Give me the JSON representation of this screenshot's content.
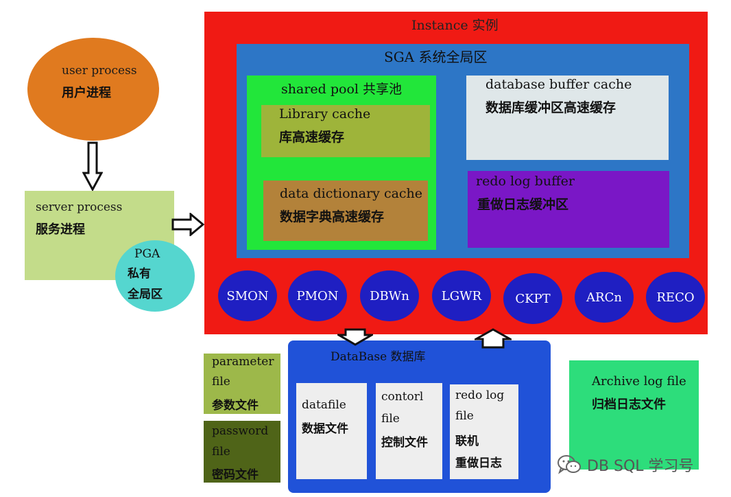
{
  "user_process": {
    "line1": "user process",
    "line2": "用户进程"
  },
  "server_process": {
    "line1": "server process",
    "line2": "服务进程"
  },
  "pga": {
    "line1": "PGA",
    "line2": "私有",
    "line3": "全局区"
  },
  "instance": {
    "title": "Instance 实例"
  },
  "sga": {
    "title": "SGA 系统全局区"
  },
  "shared_pool": {
    "title": "shared pool 共享池",
    "library_cache": {
      "line1": "Library cache",
      "line2": "库高速缓存"
    },
    "data_dictionary_cache": {
      "line1": "data dictionary cache",
      "line2": "数据字典高速缓存"
    }
  },
  "database_buffer_cache": {
    "line1": "database buffer cache",
    "line2": "数据库缓冲区高速缓存"
  },
  "redo_log_buffer": {
    "line1": "redo log buffer",
    "line2": "重做日志缓冲区"
  },
  "background_processes": [
    "SMON",
    "PMON",
    "DBWn",
    "LGWR",
    "CKPT",
    "ARCn",
    "RECO"
  ],
  "database": {
    "title": "DataBase 数据库",
    "datafile": {
      "line1": "datafile",
      "line2": "数据文件"
    },
    "control_file": {
      "line1": "contorl",
      "line2": "file",
      "line3": "控制文件"
    },
    "redo_log_file": {
      "line1": "redo log",
      "line2": "file",
      "line3": "联机",
      "line4": "重做日志"
    }
  },
  "parameter_file": {
    "line1": "parameter",
    "line2": "file",
    "line3": "参数文件"
  },
  "password_file": {
    "line1": "password",
    "line2": "file",
    "line3": "密码文件"
  },
  "archive_log_file": {
    "line1": "Archive log file",
    "line2": "归档日志文件"
  },
  "watermark": {
    "text": "DB SQL 学习号",
    "icon": "wechat-icon"
  },
  "colors": {
    "instance": "#f01a14",
    "sga": "#2d76c6",
    "shared_pool": "#22e63a",
    "process_circle": "#1f1fc2",
    "database": "#2052d8",
    "redo_log_buffer": "#7a17c6"
  }
}
